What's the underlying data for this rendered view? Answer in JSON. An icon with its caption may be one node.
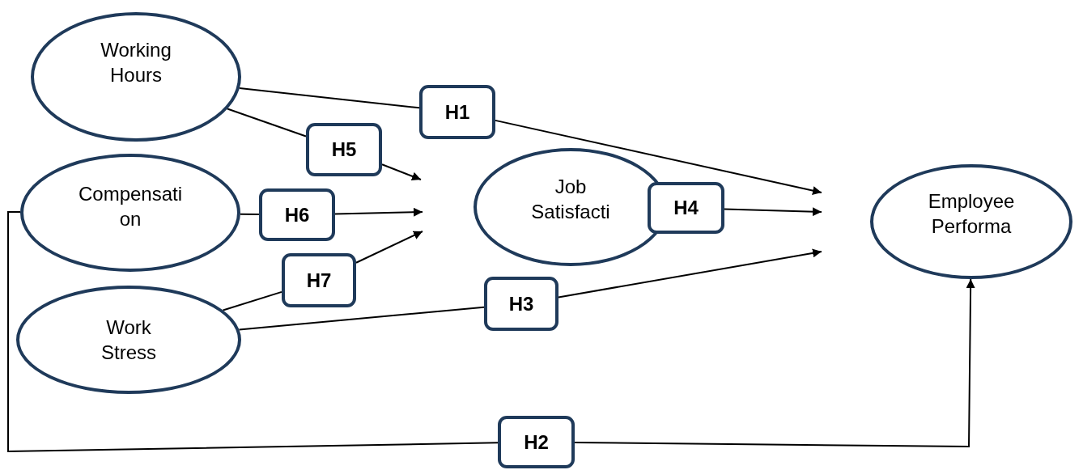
{
  "diagram": {
    "nodes": [
      {
        "text": [
          "Working Hours"
        ]
      },
      {
        "text": [
          "H1"
        ]
      },
      {
        "text": [
          "H5"
        ]
      },
      {
        "text": [
          "Compensati on"
        ]
      },
      {
        "text": [
          "H6"
        ]
      },
      {
        "text": [
          "Job Satisfacti"
        ]
      },
      {
        "text": [
          "H4"
        ]
      },
      {
        "text": [
          "Employee Performa"
        ]
      },
      {
        "text": [
          "H7"
        ]
      },
      {
        "text": [
          "Work Stress"
        ]
      },
      {
        "text": [
          "H3"
        ]
      },
      {
        "text": [
          "H2"
        ]
      }
    ],
    "edges": [
      {
        "from": 0,
        "to": 1,
        "arrow": "none"
      },
      {
        "from": 1,
        "to": null,
        "arrow": "to"
      },
      {
        "from": 0,
        "to": 2,
        "arrow": "none"
      },
      {
        "from": 2,
        "to": null,
        "arrow": "to"
      },
      {
        "from": 3,
        "to": 4,
        "arrow": "none"
      },
      {
        "from": 4,
        "to": null,
        "arrow": "to"
      },
      {
        "from": 6,
        "to": null,
        "arrow": "to"
      },
      {
        "from": 9,
        "to": 8,
        "arrow": "none"
      },
      {
        "from": 8,
        "to": null,
        "arrow": "to"
      },
      {
        "from": 9,
        "to": 10,
        "arrow": "none"
      },
      {
        "from": 10,
        "to": null,
        "arrow": "to"
      },
      {
        "from": 3,
        "to": 11,
        "arrow": "none"
      },
      {
        "from": 11,
        "to": 7,
        "arrow": "to"
      }
    ]
  }
}
